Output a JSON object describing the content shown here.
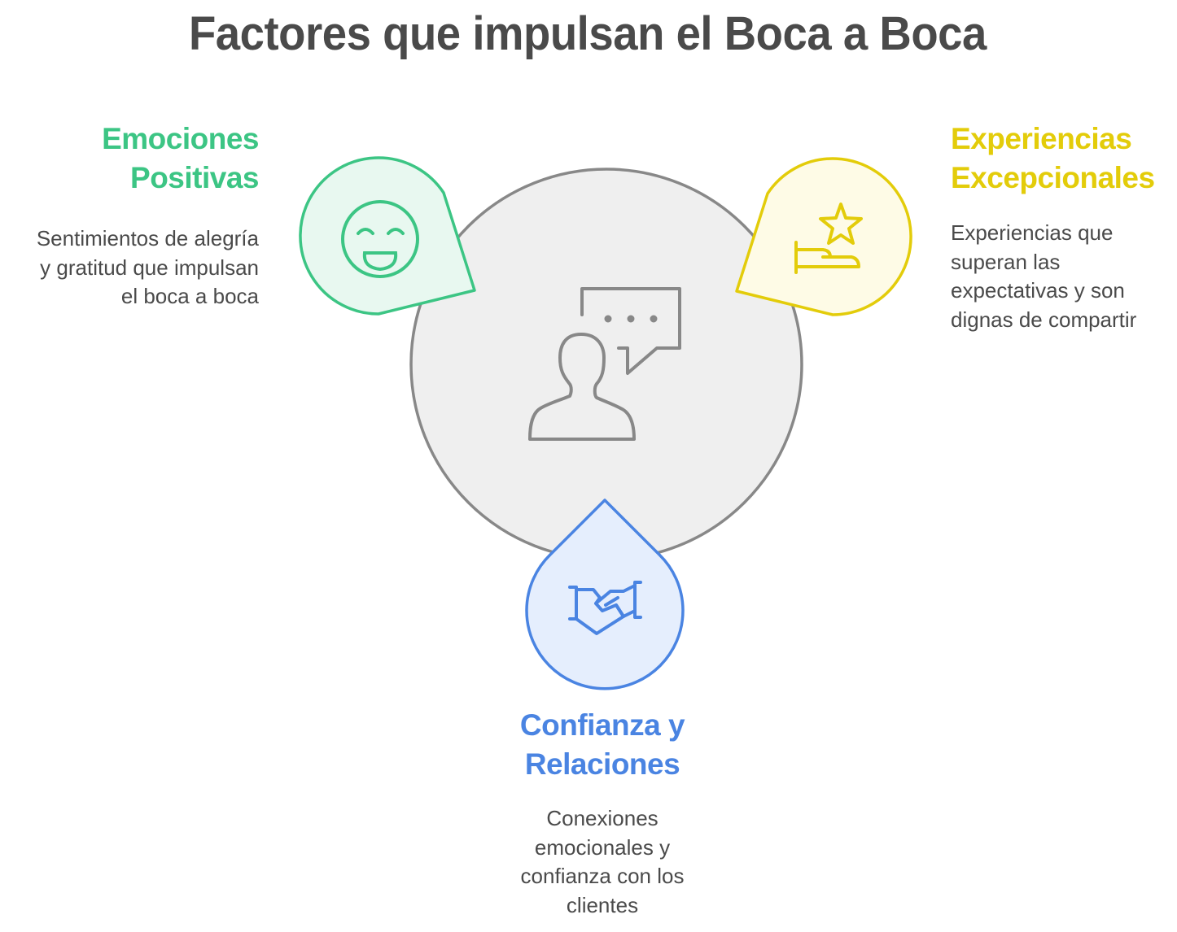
{
  "title": "Factores que impulsan el Boca a Boca",
  "center": {
    "icon": "person-speech-bubble-icon",
    "fill": "#efefef",
    "stroke": "#888888"
  },
  "factors": [
    {
      "id": "emociones",
      "heading_lines": [
        "Emociones",
        "Positivas"
      ],
      "description_lines": [
        "Sentimientos de alegría",
        "y gratitud que impulsan",
        "el boca a boca"
      ],
      "icon": "smiley-face-icon",
      "color": "#3cc584",
      "fill": "#e8f8f0"
    },
    {
      "id": "experiencias",
      "heading_lines": [
        "Experiencias",
        "Excepcionales"
      ],
      "description_lines": [
        "Experiencias que",
        "superan las",
        "expectativas y son",
        "dignas de compartir"
      ],
      "icon": "hand-star-icon",
      "color": "#e3cc0a",
      "fill": "#fefbe6"
    },
    {
      "id": "confianza",
      "heading_lines": [
        "Confianza y",
        "Relaciones"
      ],
      "description_lines": [
        "Conexiones",
        "emocionales y",
        "confianza con los",
        "clientes"
      ],
      "icon": "handshake-icon",
      "color": "#4a84e2",
      "fill": "#e5eefd"
    }
  ]
}
